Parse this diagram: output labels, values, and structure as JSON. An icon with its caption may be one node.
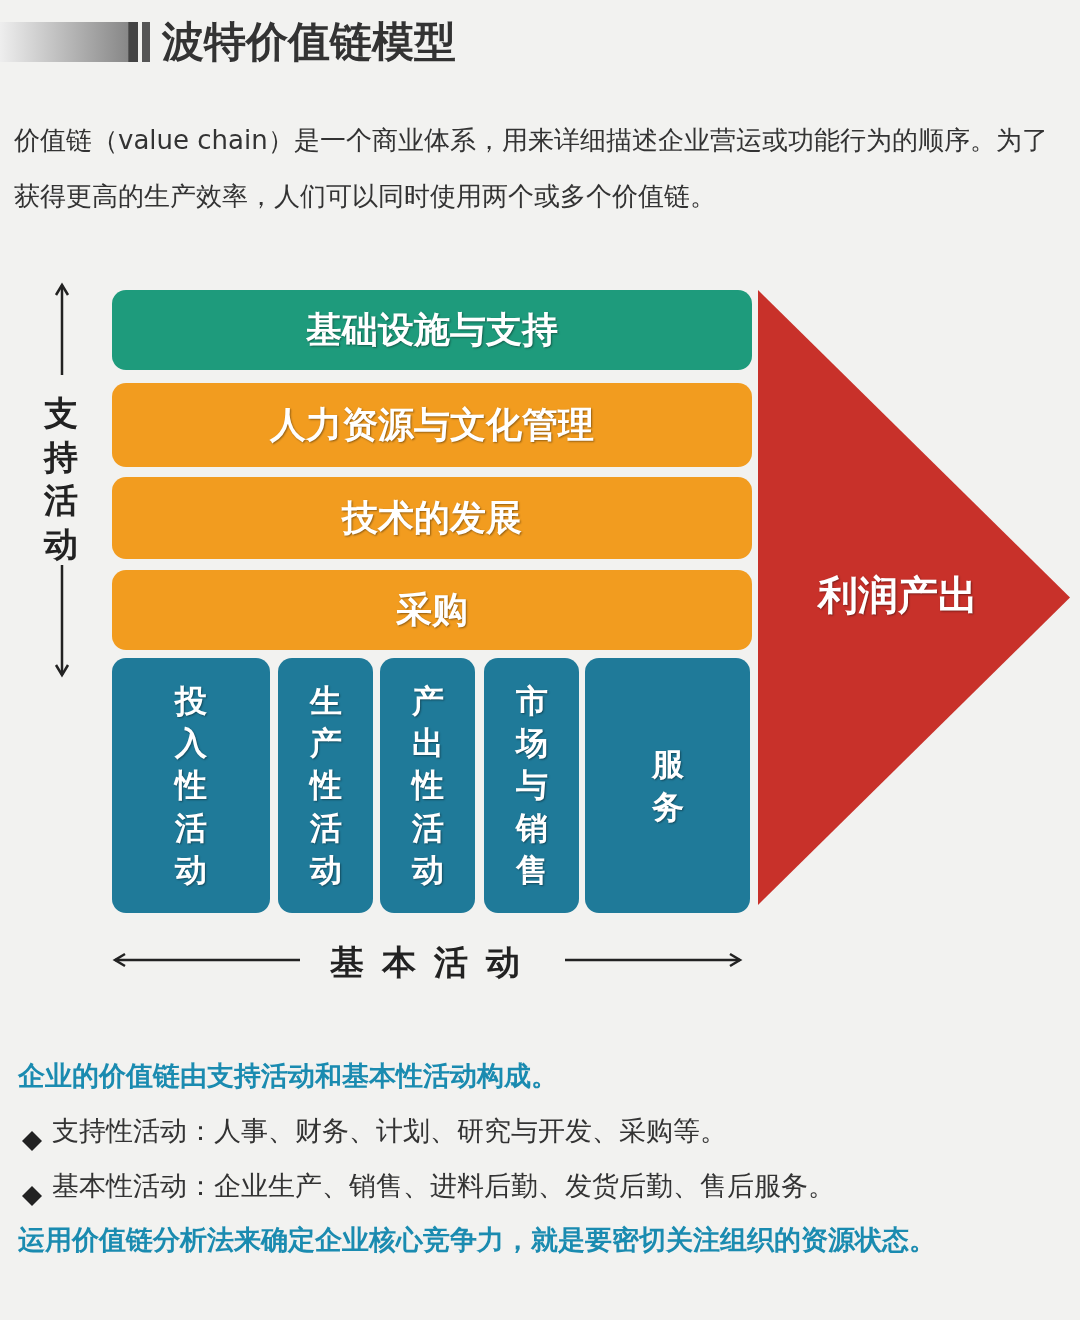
{
  "diagram": {
    "title": "波特价值链模型",
    "nodes": [
      {
        "text": [],
        "shape": "bar"
      },
      {
        "text": [
          "基础设施与支持"
        ]
      },
      {
        "text": [
          "人力资源与文化管理"
        ]
      },
      {
        "text": [
          "技术的发展"
        ]
      },
      {
        "text": [
          "采购"
        ]
      },
      {
        "text": [
          "投入性活动"
        ]
      },
      {
        "text": [
          "生产性活动"
        ]
      },
      {
        "text": [
          "产出性活动"
        ]
      },
      {
        "text": [
          "市场与销售"
        ]
      },
      {
        "text": [
          "服务"
        ]
      },
      {
        "text": [
          "利润产出"
        ]
      }
    ],
    "edges": [],
    "labels": [
      "价值链（value chain）是一个商业体系，用来详细描述企业营运或功能行为的顺序。为了获得更高的生产效率，人们可以同时使用两个或多个价值链。",
      "支持活动",
      "基本活动",
      "企业的价值链由支持活动和基本性活动构成。",
      "支持性活动：人事、财务、计划、研究与开发、采购等。",
      "基本性活动：企业生产、销售、进料后勤、发货后勤、售后服务。",
      "运用价值链分析法来确定企业核心竞争力，就是要密切关注组织的资源状态。"
    ]
  }
}
